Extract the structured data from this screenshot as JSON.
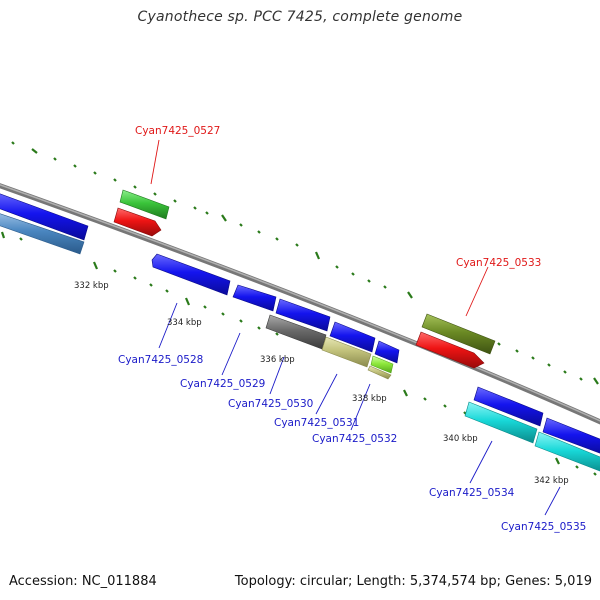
{
  "title": "Cyanothece sp. PCC 7425, complete genome",
  "footer": {
    "accession": "Accession: NC_011884",
    "summary": "Topology: circular; Length: 5,374,574 bp; Genes: 5,019"
  },
  "colors": {
    "backbone": "#8a8a8a",
    "tick": "#2a7a1a",
    "gene_blue": "#1414ee",
    "gene_red": "#ee1414",
    "label_red": "#e01818",
    "label_blue": "#1a1ac8"
  },
  "scale_labels": [
    "332 kbp",
    "334 kbp",
    "336 kbp",
    "338 kbp",
    "340 kbp",
    "342 kbp"
  ],
  "genes": [
    {
      "name": "Cyan7425_0527",
      "color": "#3ac43a",
      "label_color": "red"
    },
    {
      "name": "Cyan7425_0528",
      "color": "#1414ee",
      "label_color": "blue"
    },
    {
      "name": "Cyan7425_0529",
      "color": "#1414ee",
      "label_color": "blue"
    },
    {
      "name": "Cyan7425_0530",
      "color": "#6a6a6a",
      "label_color": "blue"
    },
    {
      "name": "Cyan7425_0531",
      "color": "#c2c27c",
      "label_color": "blue"
    },
    {
      "name": "Cyan7425_0532",
      "color": "#8ee83c",
      "label_color": "blue"
    },
    {
      "name": "Cyan7425_0533",
      "color": "#6b8a24",
      "label_color": "red"
    },
    {
      "name": "Cyan7425_0534",
      "color": "#18d8d8",
      "label_color": "blue"
    },
    {
      "name": "Cyan7425_0535",
      "color": "#18d8d8",
      "label_color": "blue"
    }
  ]
}
